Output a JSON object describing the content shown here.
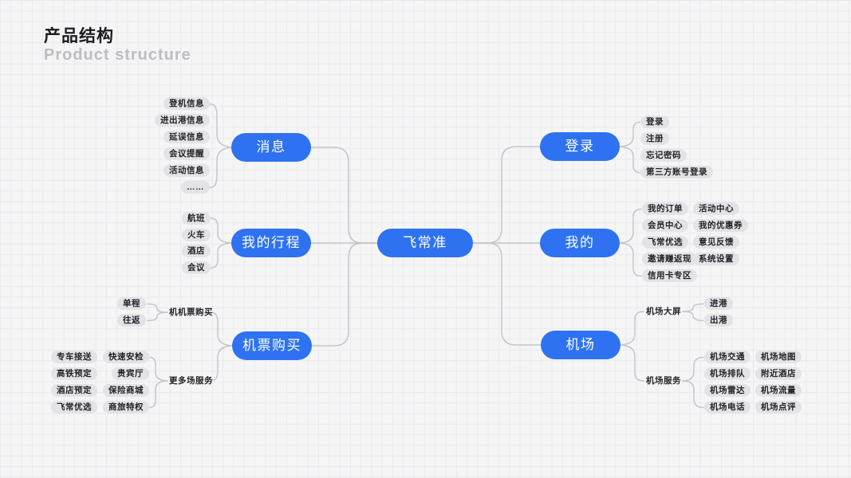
{
  "header": {
    "title": "产品结构",
    "subtitle": "Product structure"
  },
  "colors": {
    "accent_blue": "#2e72f1",
    "pill_gray": "#e3e3e7",
    "connector_gray": "#c5c5cb"
  },
  "root": {
    "label": "飞常准"
  },
  "branches": {
    "messages": {
      "label": "消息",
      "children": [
        "登机信息",
        "进出港信息",
        "延误信息",
        "会议提醒",
        "活动信息",
        "……"
      ]
    },
    "trips": {
      "label": "我的行程",
      "children": [
        "航班",
        "火车",
        "酒店",
        "会议"
      ]
    },
    "tickets": {
      "label": "机票购买",
      "purchase": {
        "label": "机机票购买",
        "children": [
          "单程",
          "往返"
        ]
      },
      "more_services": {
        "label": "更多场服务",
        "outer_children": [
          "专车接送",
          "高铁预定",
          "酒店预定",
          "飞常优选"
        ],
        "inner_children": [
          "快速安检",
          "贵宾厅",
          "保险商城",
          "商旅特权"
        ]
      }
    },
    "login": {
      "label": "登录",
      "children": [
        "登录",
        "注册",
        "忘记密码",
        "第三方账号登录"
      ]
    },
    "mine": {
      "label": "我的",
      "children_col1": [
        "我的订单",
        "会员中心",
        "飞常优选",
        "邀请赚返现",
        "信用卡专区"
      ],
      "children_col2": [
        "活动中心",
        "我的优惠券",
        "意见反馈",
        "系统设置"
      ]
    },
    "airport": {
      "label": "机场",
      "screen": {
        "label": "机场大屏",
        "children": [
          "进港",
          "出港"
        ]
      },
      "service": {
        "label": "机场服务",
        "children_col1": [
          "机场交通",
          "机场排队",
          "机场雷达",
          "机场电话"
        ],
        "children_col2": [
          "机场地图",
          "附近酒店",
          "机场流量",
          "机场点评"
        ]
      }
    }
  }
}
